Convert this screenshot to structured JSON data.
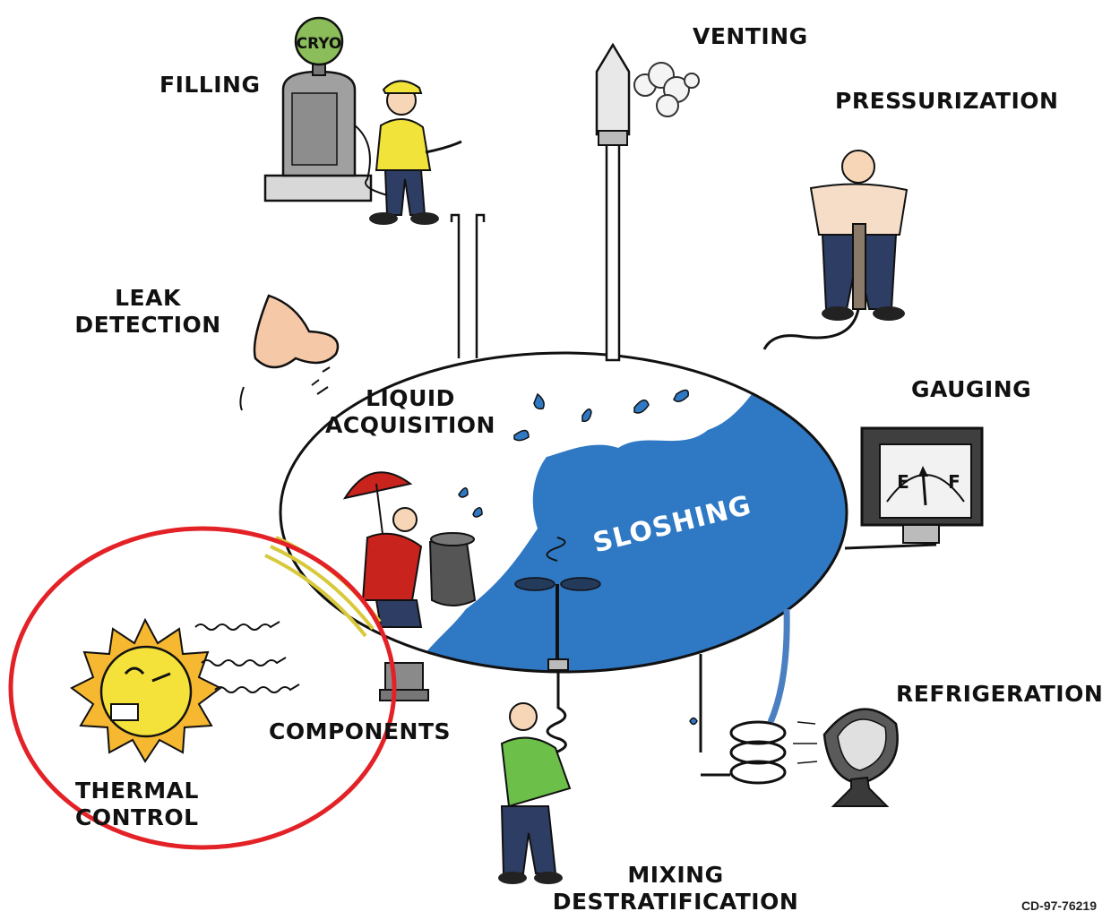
{
  "labels": {
    "filling": "FILLING",
    "venting": "VENTING",
    "pressurization": "PRESSURIZATION",
    "leak_detection_1": "LEAK",
    "leak_detection_2": "DETECTION",
    "gauging": "GAUGING",
    "liquid_acquisition_1": "LIQUID",
    "liquid_acquisition_2": "ACQUISITION",
    "sloshing": "SLOSHING",
    "refrigeration": "REFRIGERATION",
    "components": "COMPONENTS",
    "thermal_control_1": "THERMAL",
    "thermal_control_2": "CONTROL",
    "mixing_1": "MIXING",
    "mixing_2": "DESTRATIFICATION"
  },
  "pump_sign": "CRYO",
  "gauge": {
    "empty": "E",
    "full": "F"
  },
  "figure_id": "CD-97-76219",
  "colors": {
    "liquid": "#2f78c4",
    "highlight_circle": "#e32227",
    "sun": "#f4e23a",
    "umbrella": "#c8231d",
    "shirt_yellow": "#f2e33b",
    "shirt_green": "#6cc04a"
  }
}
